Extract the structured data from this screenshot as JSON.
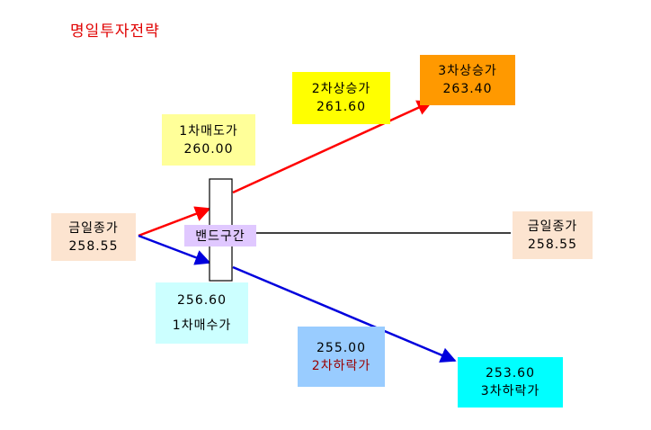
{
  "title": "명일투자전략",
  "boxes": {
    "today_close_left": {
      "label": "금일종가",
      "value": "258.55"
    },
    "today_close_right": {
      "label": "금일종가",
      "value": "258.55"
    },
    "sell_1st": {
      "label": "1차매도가",
      "value": "260.00"
    },
    "rise_2nd": {
      "label": "2차상승가",
      "value": "261.60"
    },
    "rise_3rd": {
      "label": "3차상승가",
      "value": "263.40"
    },
    "buy_1st": {
      "value": "256.60",
      "label": "1차매수가"
    },
    "fall_2nd": {
      "value": "255.00",
      "label": "2차하락가"
    },
    "fall_3rd": {
      "value": "253.60",
      "label": "3차하락가"
    }
  },
  "band": {
    "label": "밴드구간"
  },
  "colors": {
    "up_arrow": "#ff0000",
    "down_arrow": "#0000dd",
    "title": "#e00000"
  }
}
